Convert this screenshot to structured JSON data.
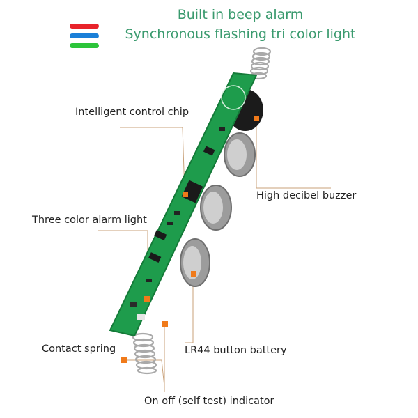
{
  "headline": {
    "line1": "Built in beep alarm",
    "line2": "Synchronous flashing tri color light"
  },
  "light_colors": [
    "#e8232a",
    "#1a7fd8",
    "#2cc43a"
  ],
  "accent": "#f07a1a",
  "callouts": {
    "chip": "Intelligent control chip",
    "buzzer": "High decibel buzzer",
    "light": "Three color alarm light",
    "spring": "Contact spring",
    "battery": "LR44 button battery",
    "indicator": "On off (self test) indicator"
  }
}
